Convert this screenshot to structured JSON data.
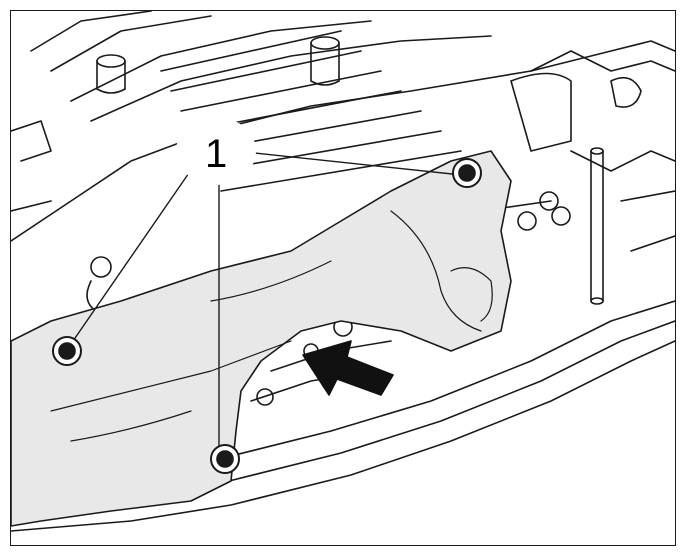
{
  "figure": {
    "callout_number": "1",
    "colors": {
      "line": "#1a1a1a",
      "shield_fill": "#e8e8e8",
      "highlight": "#ffffff",
      "arrow": "#111111"
    },
    "parts": [
      "transmission-housing",
      "heat-shield",
      "mounting-nut",
      "direction-arrow"
    ]
  }
}
